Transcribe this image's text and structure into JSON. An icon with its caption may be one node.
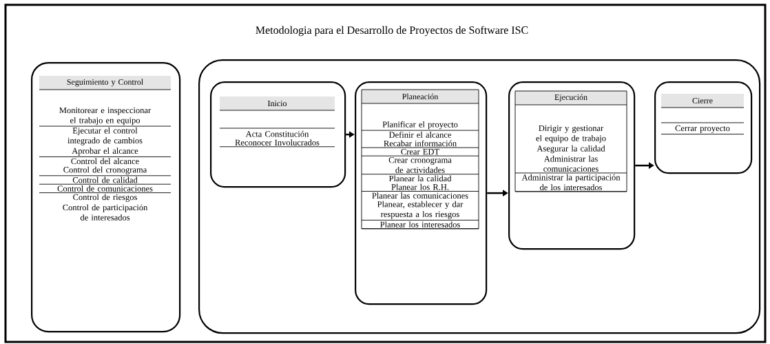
{
  "diagram": {
    "title": "Metodologia para el Desarrollo de Proyectos de Software ISC",
    "nodes": [
      {
        "text": [
          "Seguimiento y Control",
          "Monitorear e inspeccionar el trabajo en equipo",
          "Ejecutar el control integrado de cambios",
          "Aprobar el alcance",
          "Control del alcance",
          "Control del cronograma",
          "Control de calidad",
          "Control de comunicaciones",
          "Control de riesgos",
          "Control de participación de interesados"
        ]
      },
      {
        "text": [],
        "shape": "box"
      },
      {
        "text": [
          "Inicio",
          "Acta Constitución",
          "Reconocer Involucrados"
        ],
        "in": 1
      },
      {
        "text": [
          "Planeación",
          "Planificar el proyecto",
          "Definir el alcance",
          "Recabar información",
          "Crear EDT",
          "Crear cronograma de actividades",
          "Planear la calidad",
          "Planear los R.H.",
          "Planear las comunicaciones",
          "Planear, establecer y dar respuesta a los riesgos",
          "Planear los interesados"
        ],
        "in": 1
      },
      {
        "text": [
          "Ejecución",
          "Dirigir y gestionar el equipo de trabajo",
          "Asegurar la calidad",
          "Administrar las comunicaciones",
          "Administrar la participación de los interesados"
        ],
        "in": 1
      },
      {
        "text": [
          "Cierre",
          "Cerrar proyecto"
        ],
        "in": 1
      }
    ],
    "edges": [
      {
        "from": 2,
        "to": 3,
        "arrow": "to"
      },
      {
        "from": 3,
        "to": 4,
        "arrow": "to"
      },
      {
        "from": 4,
        "to": 5,
        "arrow": "to"
      }
    ]
  }
}
